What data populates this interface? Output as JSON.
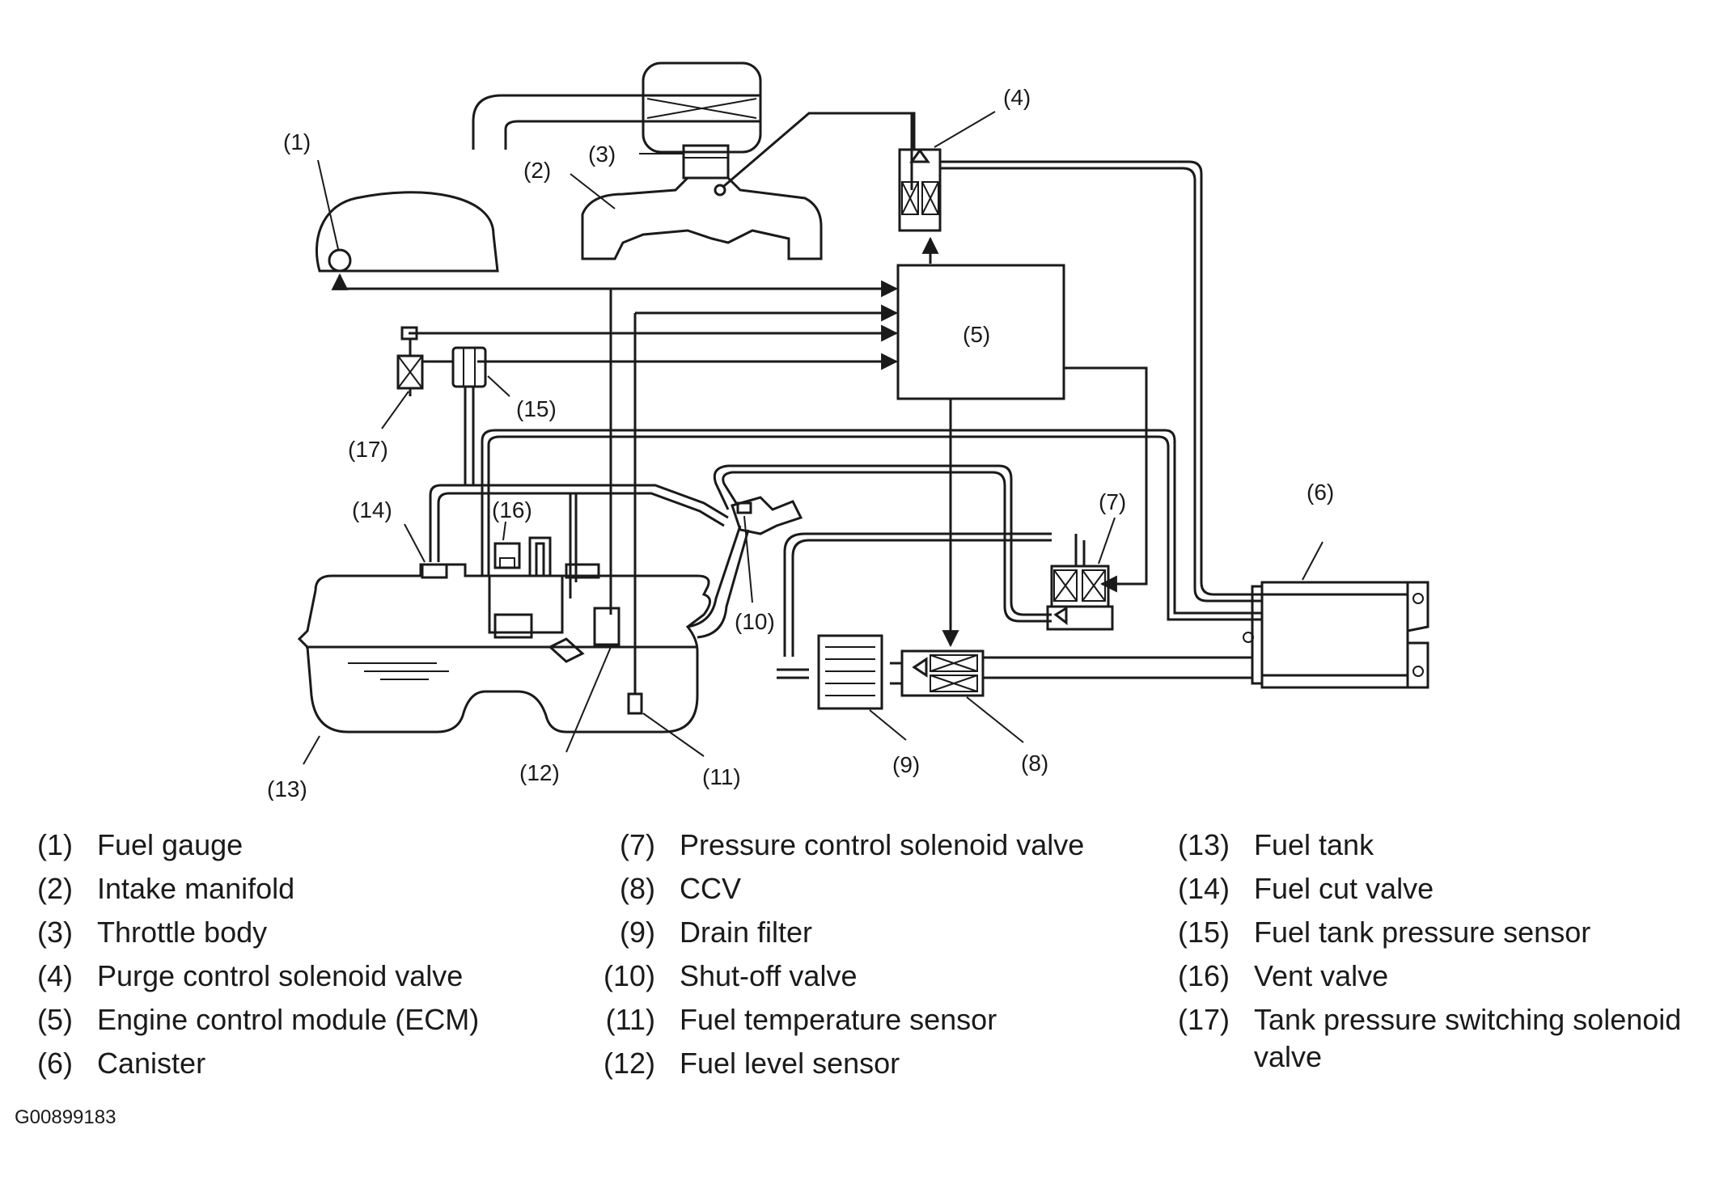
{
  "callouts": {
    "c1": "(1)",
    "c2": "(2)",
    "c3": "(3)",
    "c4": "(4)",
    "c5": "(5)",
    "c6": "(6)",
    "c7": "(7)",
    "c8": "(8)",
    "c9": "(9)",
    "c10": "(10)",
    "c11": "(11)",
    "c12": "(12)",
    "c13": "(13)",
    "c14": "(14)",
    "c15": "(15)",
    "c16": "(16)",
    "c17": "(17)"
  },
  "legend": {
    "col1": [
      {
        "num": "(1)",
        "label": "Fuel gauge"
      },
      {
        "num": "(2)",
        "label": "Intake manifold"
      },
      {
        "num": "(3)",
        "label": "Throttle body"
      },
      {
        "num": "(4)",
        "label": "Purge control solenoid valve"
      },
      {
        "num": "(5)",
        "label": "Engine control module (ECM)"
      },
      {
        "num": "(6)",
        "label": "Canister"
      }
    ],
    "col2": [
      {
        "num": "(7)",
        "label": "Pressure control solenoid valve"
      },
      {
        "num": "(8)",
        "label": "CCV"
      },
      {
        "num": "(9)",
        "label": "Drain filter"
      },
      {
        "num": "(10)",
        "label": "Shut-off valve"
      },
      {
        "num": "(11)",
        "label": "Fuel temperature sensor"
      },
      {
        "num": "(12)",
        "label": "Fuel level sensor"
      }
    ],
    "col3": [
      {
        "num": "(13)",
        "label": "Fuel tank"
      },
      {
        "num": "(14)",
        "label": "Fuel cut valve"
      },
      {
        "num": "(15)",
        "label": "Fuel tank pressure sensor"
      },
      {
        "num": "(16)",
        "label": "Vent valve"
      },
      {
        "num": "(17)",
        "label": "Tank pressure switching solenoid valve"
      }
    ]
  },
  "figure_code": "G00899183"
}
